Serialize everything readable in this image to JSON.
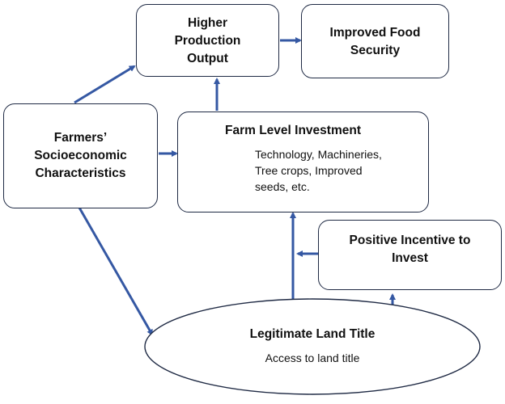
{
  "nodes": {
    "higher_production": {
      "lines": [
        "Higher",
        "Production",
        "Output"
      ]
    },
    "improved_food": {
      "lines": [
        "Improved Food",
        "Security"
      ]
    },
    "farmers": {
      "lines": [
        "Farmers’",
        "Socioeconomic",
        "Characteristics"
      ]
    },
    "farm_investment": {
      "title": "Farm Level Investment",
      "details": [
        "Technology, Machineries,",
        "Tree crops, Improved",
        "seeds, etc."
      ]
    },
    "positive_incentive": {
      "lines": [
        "Positive Incentive to",
        "Invest"
      ]
    },
    "land_title": {
      "title": "Legitimate Land Title",
      "subtitle": "Access to land title"
    }
  },
  "colors": {
    "arrow": "#3558a3",
    "border": "#1f2a44"
  }
}
